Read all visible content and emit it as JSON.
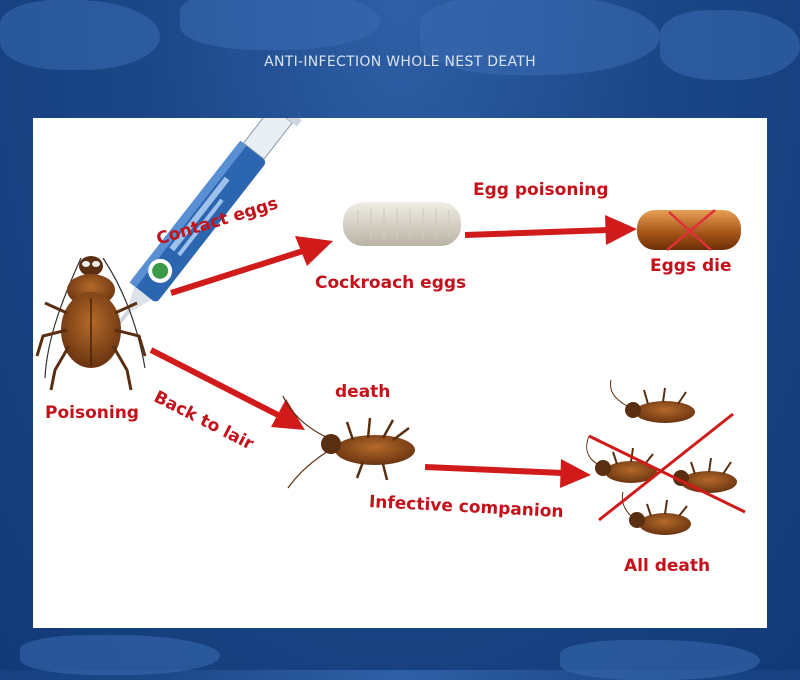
{
  "banner": {
    "text": "ANTI-INFECTION WHOLE NEST DEATH"
  },
  "labels": {
    "contact_eggs": "Contact eggs",
    "cockroach_eggs": "Cockroach eggs",
    "egg_poisoning": "Egg poisoning",
    "eggs_die": "Eggs die",
    "poisoning": "Poisoning",
    "back_to_lair": "Back to lair",
    "death": "death",
    "infective_companion": "Infective companion",
    "all_death": "All death"
  },
  "colors": {
    "background": "#1b4787",
    "panel": "#ffffff",
    "label": "#c4121a",
    "arrow": "#d11a1a"
  },
  "icons": [
    "syringe-gel-icon",
    "cockroach-icon",
    "egg-icon",
    "dead-egg-icon",
    "dead-cockroach-icon",
    "cross-mark-icon"
  ]
}
